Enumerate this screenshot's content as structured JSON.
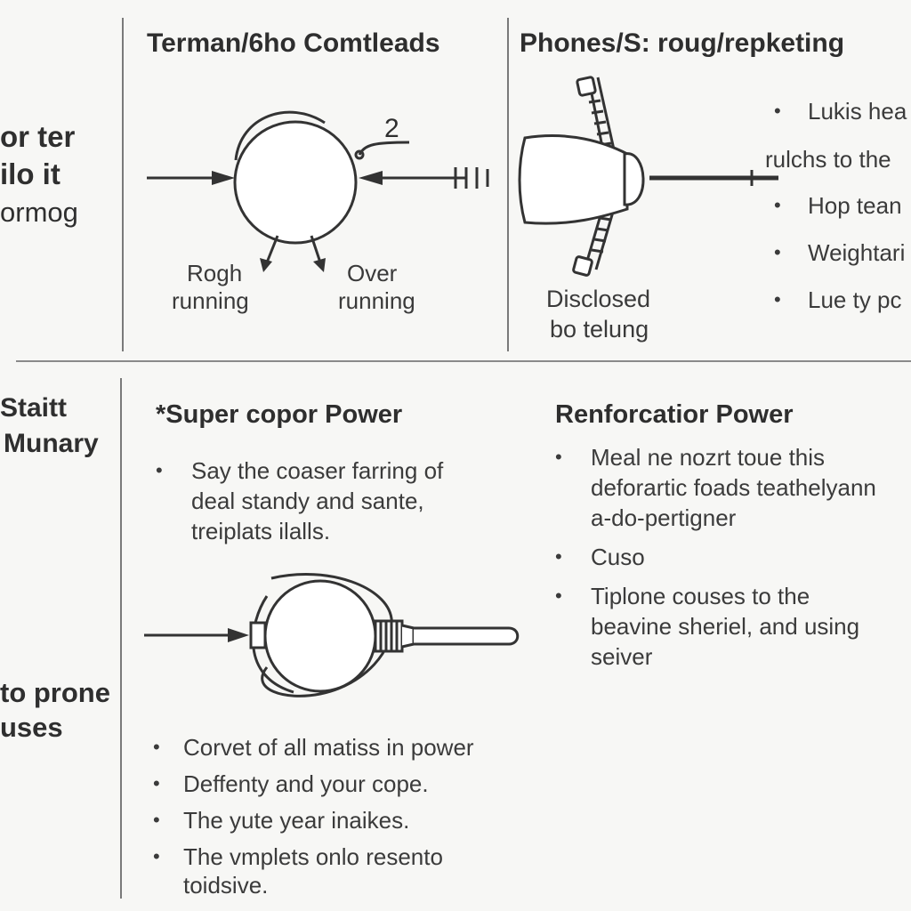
{
  "left_labels": {
    "top": [
      "or ter",
      "ilo it",
      "ormog"
    ],
    "middle": [
      "Staitt",
      "Munary"
    ],
    "bottom": [
      "to prone",
      "uses"
    ]
  },
  "panel_top_left": {
    "title": "Terman/6ho Comtleads",
    "number": "2",
    "label_left": [
      "Rogh",
      "running"
    ],
    "label_right": [
      "Over",
      "running"
    ]
  },
  "panel_top_right": {
    "title": "Phones/S: roug/repketing",
    "caption": [
      "Disclosed",
      "bo telung"
    ],
    "bullets": [
      "Lukis hea",
      "Hop tean",
      "Weightari",
      "Lue ty pc"
    ],
    "side_text": "rulchs to the"
  },
  "panel_bottom_left": {
    "title": "*Super copor Power",
    "intro_bullet": [
      "Say the coaser farring of",
      "deal standy and sante,",
      "treiplats ilalls."
    ],
    "bullets": [
      "Corvet of all matiss in power",
      "Deffenty and your cope.",
      "The yute year inaikes.",
      "The vmplets onlo resento"
    ],
    "last_cont": "toidsive."
  },
  "panel_bottom_right": {
    "title": "Renforcatior Power",
    "bullets": [
      [
        "Meal ne nozrt toue this",
        "deforartic foads teathelyann",
        "a-do-pertigner"
      ],
      [
        "Cuso"
      ],
      [
        "Tiplone couses to the",
        "beavine sheriel, and using",
        "seiver"
      ]
    ]
  }
}
